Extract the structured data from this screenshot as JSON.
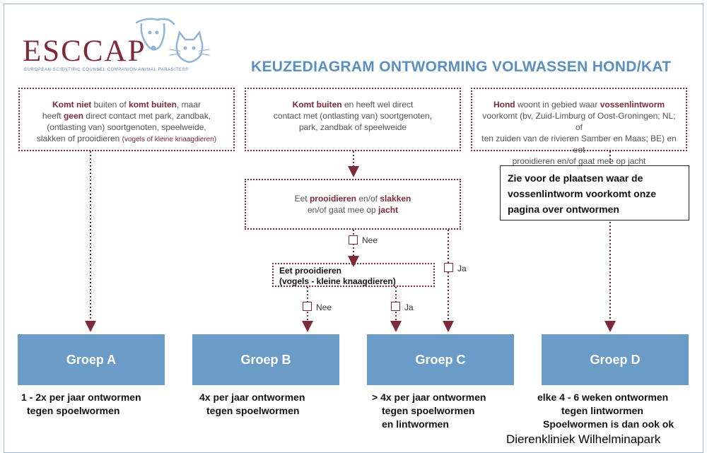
{
  "logo": {
    "name": "ESCCAP",
    "tagline": "EUROPEAN SCIENTIFIC COUNSEL COMPANION ANIMAL PARASITES®"
  },
  "title": "KEUZEDIAGRAM ONTWORMING VOLWASSEN HOND/KAT",
  "conditions": {
    "a": {
      "l1a": "Komt niet",
      "l1b": " buiten of ",
      "l1c": "komt buiten",
      "l1d": ", maar",
      "l2a": "heeft ",
      "l2b": "geen",
      "l2c": " direct contact met park, zandbak,",
      "l3": "(ontlasting van) soortgenoten, speelweide,",
      "l4a": "slakken of prooidieren ",
      "l4b": "(vogels of kleine knaagdieren)"
    },
    "b": {
      "l1a": "Komt buiten",
      "l1b": " en heeft wel direct",
      "l2": "contact met (ontlasting van) soortgenoten,",
      "l3": "park, zandbak of speelweide"
    },
    "d": {
      "l1a": "Hond",
      "l1b": " woont in gebied waar ",
      "l1c": "vossenlintworm",
      "l2": "voorkomt (bv, Zuid-Limburg of Oost-Groningen; NL; of",
      "l3": "ten zuiden van de rivieren Samber en Maas; BE) en eet",
      "l4": "prooidieren en/of gaat mee op jacht"
    }
  },
  "prey": {
    "l1a": "Eet ",
    "l1b": "prooidieren",
    "l1c": " en/of ",
    "l1d": "slakken",
    "l2a": "en/of gaat mee op ",
    "l2b": "jacht"
  },
  "prey2": {
    "l1": "Eet prooidieren",
    "l2": "(vogels - kleine knaagdieren)"
  },
  "answers": {
    "nee": "Nee",
    "ja": "Ja"
  },
  "note": "Zie voor de plaatsen waar de vossenlintworm voorkomt onze pagina over ontwormen",
  "groups": [
    {
      "label": "Groep A",
      "rec": [
        "1 - 2x per jaar ontwormen",
        "tegen spoelwormen"
      ]
    },
    {
      "label": "Groep B",
      "rec": [
        "4x per jaar ontwormen",
        "tegen spoelwormen"
      ]
    },
    {
      "label": "Groep C",
      "rec": [
        "> 4x per jaar ontwormen",
        "tegen spoelwormen",
        "en lintwormen"
      ]
    },
    {
      "label": "Groep D",
      "rec": [
        "elke 4 - 6 weken ontwormen",
        "tegen lintwormen",
        "Spoelwormen is dan ook ok"
      ]
    }
  ],
  "credit": "Dierenkliniek Wilhelminapark",
  "colors": {
    "maroon": "#7d2a3a",
    "blue": "#6b9cc7",
    "title_blue": "#5a8fc0"
  }
}
